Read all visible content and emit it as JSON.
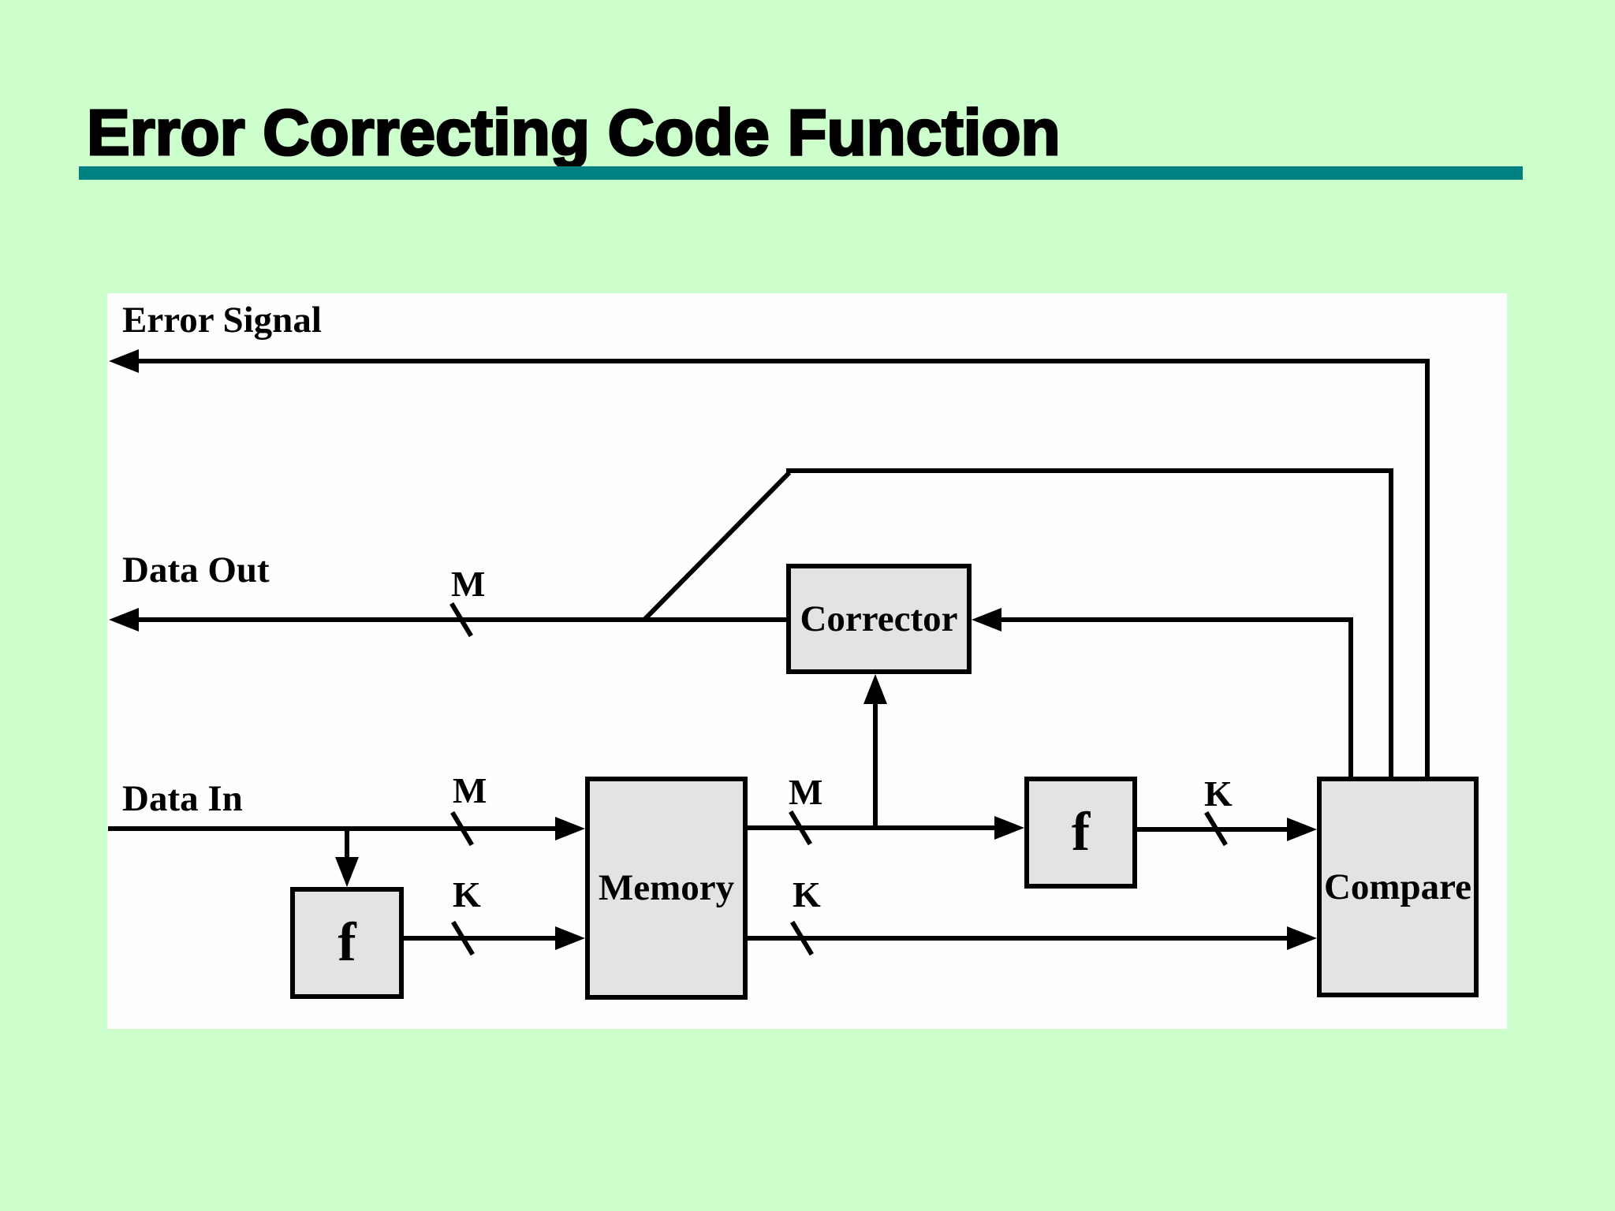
{
  "title": "Error Correcting Code Function",
  "diagram": {
    "labels": {
      "error_signal": "Error Signal",
      "data_out": "Data Out",
      "data_in": "Data In",
      "m": "M",
      "k": "K"
    },
    "blocks": {
      "f_in": "f",
      "memory": "Memory",
      "corrector": "Corrector",
      "f_out": "f",
      "compare": "Compare"
    },
    "colors": {
      "background": "#ccffcc",
      "accent_bar": "#008080",
      "block_fill": "#e3e3e3",
      "line": "#000000",
      "panel": "#fefefe"
    }
  }
}
